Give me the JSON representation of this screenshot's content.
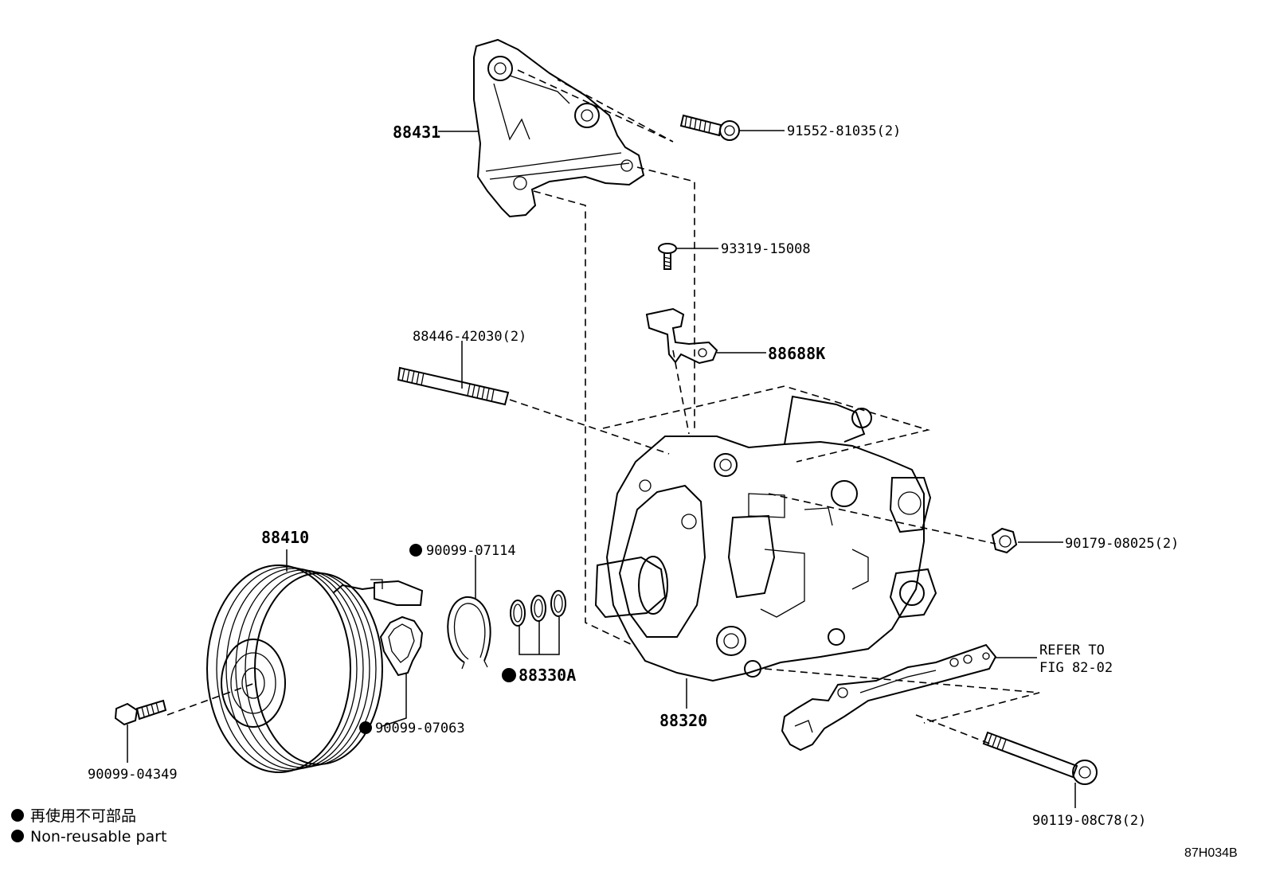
{
  "diagram_code": "87H034B",
  "legend": {
    "non_reusable_jp": "再使用不可部品",
    "non_reusable_en": "Non-reusable part"
  },
  "refer": {
    "line1": "REFER TO",
    "line2": "FIG 82-02"
  },
  "parts": {
    "bracket": "88431",
    "bracket_bolt": "91552-81035(2)",
    "screw": "93319-15008",
    "harness_clamp": "88688K",
    "stud_bolt": "88446-42030(2)",
    "clutch_assy": "88410",
    "snap_ring": "90099-07114",
    "shim_set": "88330A",
    "compressor": "88320",
    "nut": "90179-08025(2)",
    "clutch_bolt": "90099-04349",
    "clip_ring": "90099-07063",
    "compressor_bolt": "90119-08C78(2)"
  }
}
